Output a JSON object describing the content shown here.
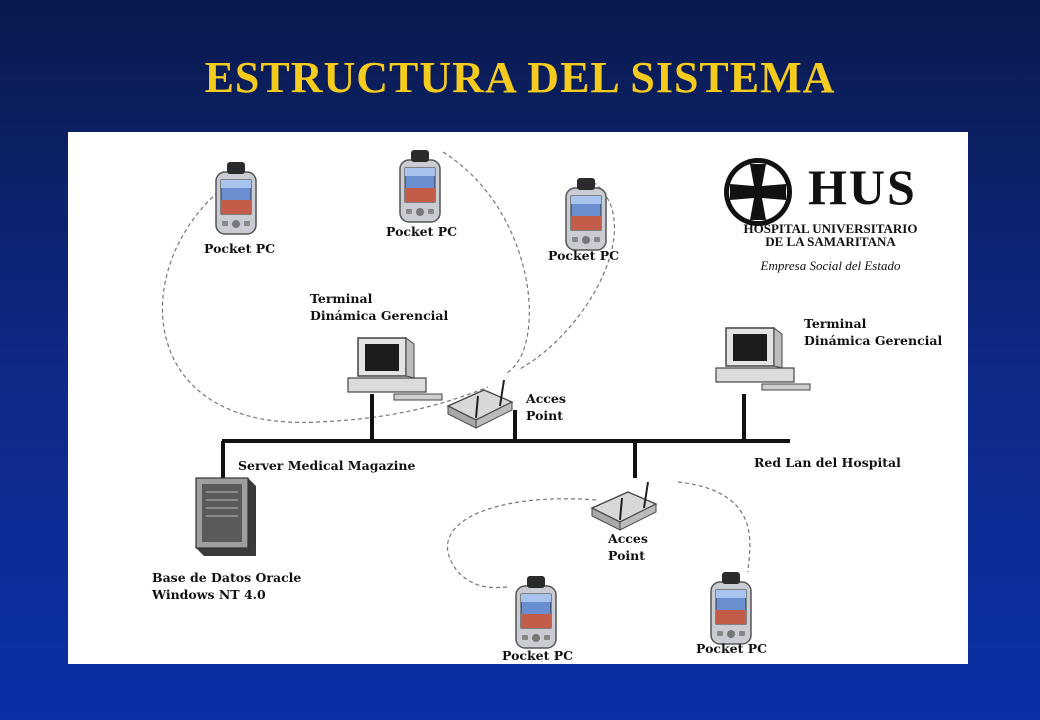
{
  "slide": {
    "title": "ESTRUCTURA DEL SISTEMA"
  },
  "logo": {
    "letters": "HUS",
    "name_line1": "HOSPITAL UNIVERSITARIO",
    "name_line2": "DE LA SAMARITANA",
    "subtitle": "Empresa Social del Estado"
  },
  "labels": {
    "pocket_pc": "Pocket PC",
    "terminal_line1": "Terminal",
    "terminal_line2": "Dinámica Gerencial",
    "access_point_line1": "Acces",
    "access_point_line2": "Point",
    "server": "Server Medical Magazine",
    "lan": "Red Lan del Hospital",
    "database_line1": "Base de Datos Oracle",
    "database_line2": "Windows NT 4.0"
  },
  "icons": {
    "pocket_pc": "pda-icon",
    "terminal": "desktop-computer-icon",
    "access_point": "wireless-access-point-icon",
    "server": "server-tower-icon",
    "logo_emblem": "cross-emblem-icon"
  },
  "colors": {
    "background_top": "#0a1a4e",
    "background_bottom": "#0a2fa6",
    "title": "#f5cc1e",
    "diagram_bg": "#ffffff",
    "network_line": "#111111"
  }
}
